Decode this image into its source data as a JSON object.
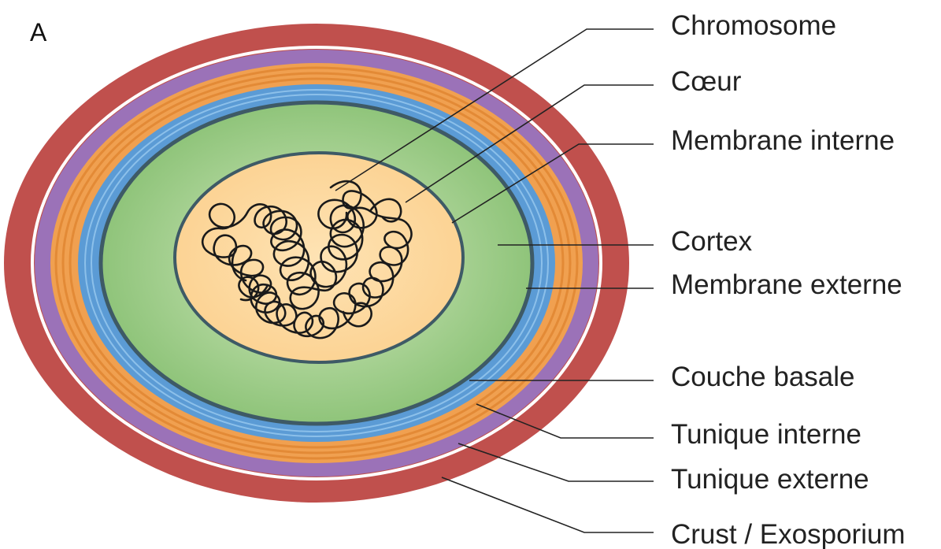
{
  "panel_label": "A",
  "labels": {
    "chromosome": "Chromosome",
    "core": "Cœur",
    "inner_membrane": "Membrane interne",
    "cortex": "Cortex",
    "outer_membrane": "Membrane externe",
    "basal_layer": "Couche basale",
    "inner_coat": "Tunique interne",
    "outer_coat": "Tunique externe",
    "crust": "Crust / Exosporium"
  },
  "colors": {
    "crust": "#c0504d",
    "white_gap": "#ffffff",
    "outer_coat": "#9b72b8",
    "inner_coat": "#f0a050",
    "inner_coat_stripe": "#e38a36",
    "basal_layer": "#5b9bd5",
    "membrane": "#3e5a66",
    "cortex_center": "#d3e9bf",
    "cortex_edge": "#8fc47a",
    "core": "#fdd9a0",
    "chromosome": "#1a1a1a",
    "leader_line": "#222222",
    "text": "#222222"
  }
}
